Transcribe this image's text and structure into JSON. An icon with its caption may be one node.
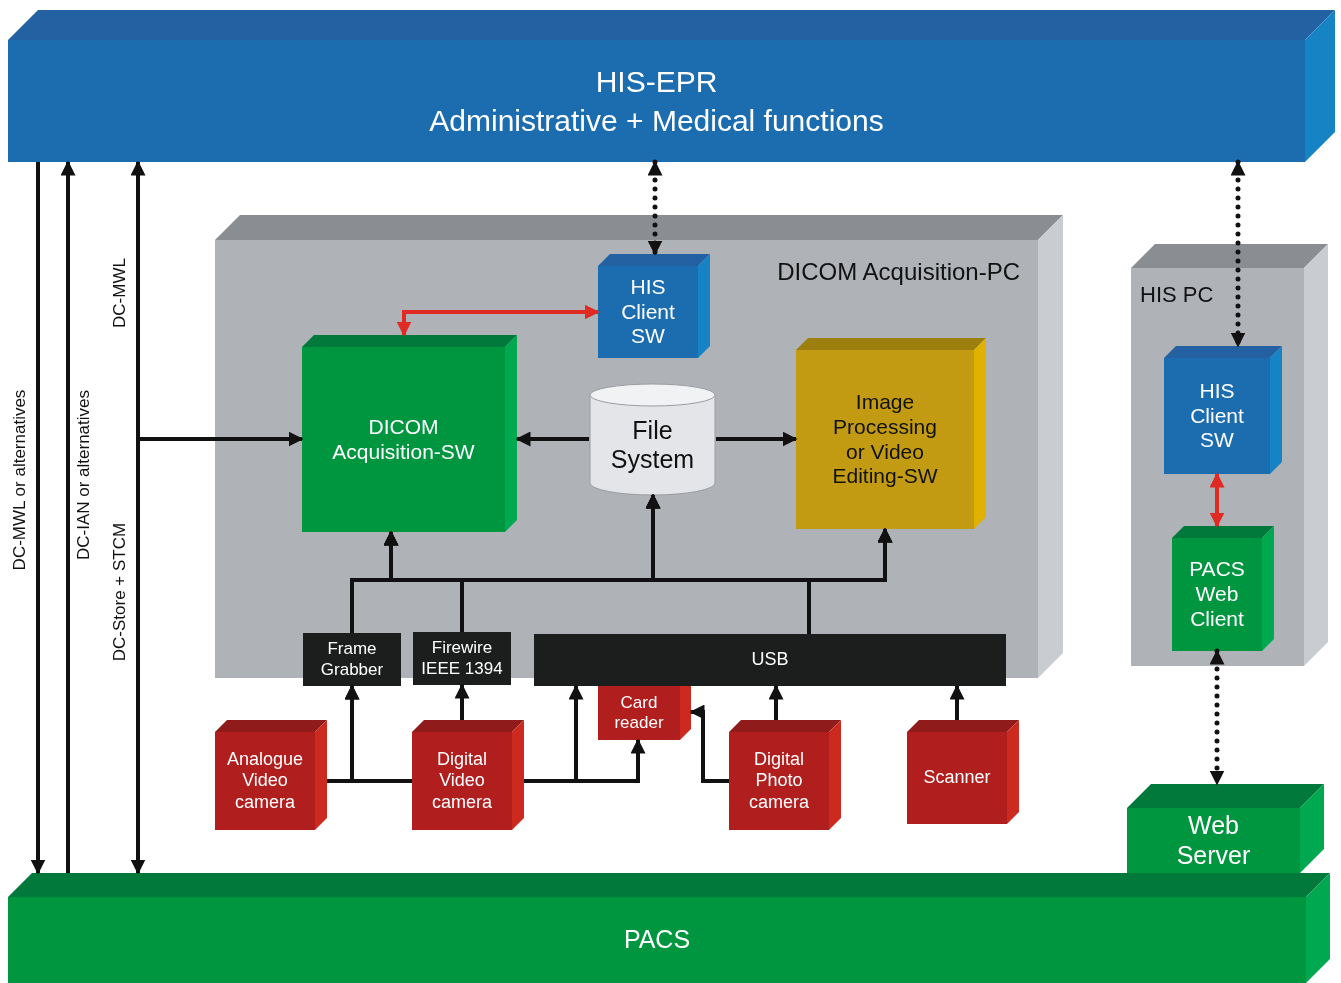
{
  "diagram": {
    "nodes": [
      {
        "text": [
          "HIS-EPR",
          "Administrative + Medical functions"
        ]
      },
      {
        "text": [
          "DICOM Acquisition-PC"
        ]
      },
      {
        "text": [
          "HIS Client SW"
        ],
        "in": 1
      },
      {
        "text": [
          "DICOM Acquisition-SW"
        ],
        "in": 1
      },
      {
        "text": [
          "File System"
        ],
        "in": 1
      },
      {
        "text": [
          "Image Processing or Video Editing-SW"
        ],
        "in": 1
      },
      {
        "text": [
          "Frame Grabber"
        ]
      },
      {
        "text": [
          "Firewire IEEE 1394"
        ]
      },
      {
        "text": [
          "USB"
        ]
      },
      {
        "text": [
          "Card reader"
        ]
      },
      {
        "text": [
          "Analogue Video camera"
        ]
      },
      {
        "text": [
          "Digital Video camera"
        ]
      },
      {
        "text": [
          "Digital Photo camera"
        ]
      },
      {
        "text": [
          "Scanner"
        ]
      },
      {
        "text": [
          "HIS PC"
        ]
      },
      {
        "text": [
          "HIS Client SW"
        ],
        "in": 14
      },
      {
        "text": [
          "PACS Web Client"
        ],
        "in": 14
      },
      {
        "text": [
          "Web Server"
        ]
      },
      {
        "text": [
          "PACS"
        ]
      }
    ],
    "edges": [
      {
        "from": 0,
        "to": 18,
        "arrow": "to",
        "label": "DC-MWL or alternatives"
      },
      {
        "from": 18,
        "to": 0,
        "arrow": "to",
        "label": "DC-IAN or alternatives"
      },
      {
        "from": 3,
        "to": 0,
        "arrow": "both",
        "label": "DC-MWL"
      },
      {
        "from": 3,
        "to": 18,
        "arrow": "to",
        "label": "DC-Store + STCM"
      },
      {
        "from": 0,
        "to": 2,
        "arrow": "both",
        "style": "dashed"
      },
      {
        "from": 3,
        "to": 2,
        "arrow": "both",
        "color": "#e02a24"
      },
      {
        "from": 4,
        "to": 3,
        "arrow": "to"
      },
      {
        "from": 4,
        "to": 5,
        "arrow": "to"
      },
      {
        "from": 6,
        "to": 3,
        "arrow": "to"
      },
      {
        "from": 6,
        "to": 4,
        "arrow": "to"
      },
      {
        "from": 6,
        "to": 5,
        "arrow": "to"
      },
      {
        "from": 7,
        "to": 3,
        "arrow": "to"
      },
      {
        "from": 7,
        "to": 4,
        "arrow": "to"
      },
      {
        "from": 7,
        "to": 5,
        "arrow": "to"
      },
      {
        "from": 8,
        "to": 3,
        "arrow": "to"
      },
      {
        "from": 8,
        "to": 4,
        "arrow": "to"
      },
      {
        "from": 8,
        "to": 5,
        "arrow": "to"
      },
      {
        "from": 10,
        "to": 6,
        "arrow": "to"
      },
      {
        "from": 11,
        "to": 6,
        "arrow": "to"
      },
      {
        "from": 11,
        "to": 7,
        "arrow": "to"
      },
      {
        "from": 11,
        "to": 8,
        "arrow": "to"
      },
      {
        "from": 11,
        "to": 9,
        "arrow": "to"
      },
      {
        "from": 12,
        "to": 9,
        "arrow": "to"
      },
      {
        "from": 12,
        "to": 8,
        "arrow": "to"
      },
      {
        "from": 13,
        "to": 8,
        "arrow": "to"
      },
      {
        "from": 15,
        "to": 16,
        "arrow": "both",
        "color": "#e02a24"
      },
      {
        "from": 0,
        "to": 15,
        "arrow": "both",
        "style": "dashed"
      },
      {
        "from": 16,
        "to": 17,
        "arrow": "both",
        "style": "dashed"
      }
    ]
  }
}
